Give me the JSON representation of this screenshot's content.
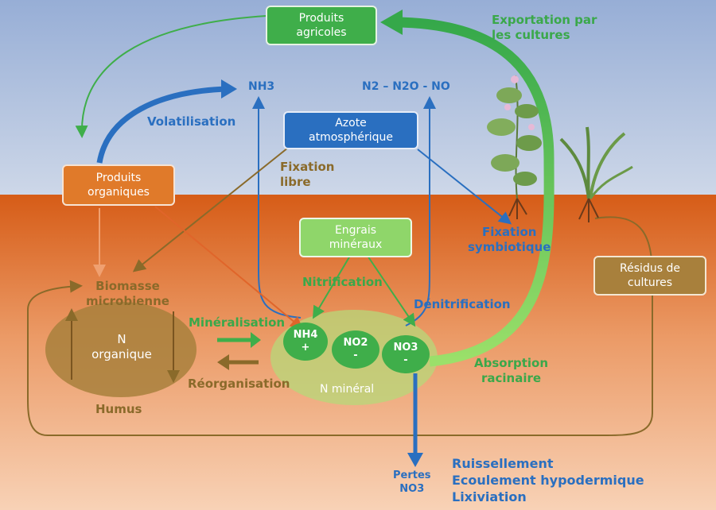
{
  "boxes": {
    "produits_agricoles": [
      "Produits",
      "agricoles"
    ],
    "azote_atmospherique": [
      "Azote",
      "atmosphérique"
    ],
    "produits_organiques": [
      "Produits",
      "organiques"
    ],
    "engrais_mineraux": [
      "Engrais",
      "minéraux"
    ],
    "residus_cultures": [
      "Résidus de",
      "cultures"
    ]
  },
  "gases": {
    "nh3": "NH3",
    "n2_n2o_no": "N2 – N2O - NO"
  },
  "processes": {
    "exportation": [
      "Exportation par",
      "les cultures"
    ],
    "volatilisation": "Volatilisation",
    "fixation_libre": [
      "Fixation",
      "libre"
    ],
    "fixation_symbiotique": [
      "Fixation",
      "symbiotique"
    ],
    "nitrification": "Nitrification",
    "denitrification": "Dénitrification",
    "mineralisation": "Minéralisation",
    "reorganisation": "Réorganisation",
    "absorption": [
      "Absorption",
      "racinaire"
    ]
  },
  "pools": {
    "biomasse": [
      "Biomasse",
      "microbienne"
    ],
    "n_organique": [
      "N",
      "organique"
    ],
    "humus": "Humus",
    "nh4": [
      "NH4",
      "+"
    ],
    "no2": [
      "NO2",
      "-"
    ],
    "no3": [
      "NO3",
      "-"
    ],
    "n_mineral": "N minéral"
  },
  "losses": {
    "pertes": [
      "Pertes",
      "NO3"
    ],
    "pathways": [
      "Ruissellement",
      "Ecoulement hypodermique",
      "Lixiviation"
    ]
  },
  "colors": {
    "sky_top": "#9db4d8",
    "sky_bottom": "#c8d4e6",
    "soil_top": "#d8631e",
    "soil_bottom": "#f6c8a6",
    "green": "#3fae4a",
    "light_green": "#8fd66a",
    "blue": "#2a6fc0",
    "brown": "#8a6a2a",
    "orange_box": "#e07a2a",
    "organic_pool": "#a8803c"
  }
}
